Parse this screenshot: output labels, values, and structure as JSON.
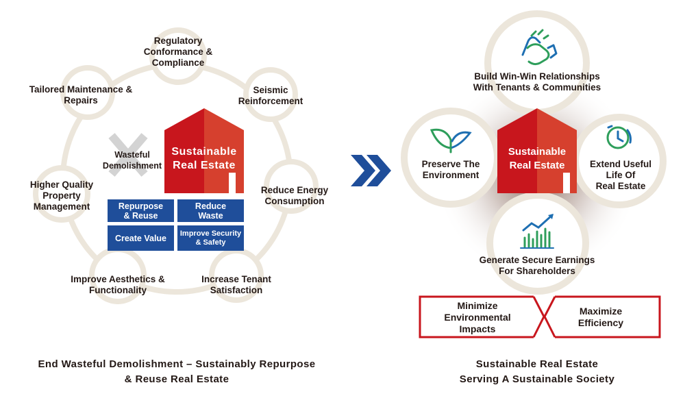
{
  "left": {
    "cycle_items": [
      "Regulatory\nConformance &\nCompliance",
      "Seismic\nReinforcement",
      "Reduce Energy\nConsumption",
      "Increase Tenant\nSatisfaction",
      "Improve Aesthetics &\nFunctionality",
      "Higher Quality\nProperty\nManagement",
      "Tailored Maintenance &\nRepairs"
    ],
    "wasteful_label": "Wasteful\nDemolishment",
    "house_label": "Sustainable\nReal Estate",
    "boxes": [
      "Repurpose\n& Reuse",
      "Reduce\nWaste",
      "Create Value",
      "Improve Security\n& Safety"
    ],
    "caption": "End Wasteful Demolishment – Sustainably Repurpose\n& Reuse Real Estate"
  },
  "right": {
    "circles": {
      "top": "Build Win-Win Relationships\nWith Tenants & Communities",
      "left": "Preserve The\nEnvironment",
      "right": "Extend Useful\nLife Of\nReal Estate",
      "bottom": "Generate Secure Earnings\nFor Shareholders"
    },
    "icons": {
      "top": "handshake-icon",
      "left": "leaves-icon",
      "right": "clock-icon",
      "bottom": "growth-chart-icon"
    },
    "house_label": "Sustainable\nReal Estate",
    "red_left": "Minimize\nEnvironmental\nImpacts",
    "red_right": "Maximize\nEfficiency",
    "caption": "Sustainable Real Estate\nServing A Sustainable Society"
  },
  "colors": {
    "ring": "#ece6db",
    "house_red": "#c8161d",
    "house_red_light": "#d6402e",
    "box_blue": "#1f4e9a",
    "arrow_blue": "#1f4e9a",
    "icon_green": "#2e9e5b",
    "icon_blue": "#1e6fb2"
  }
}
